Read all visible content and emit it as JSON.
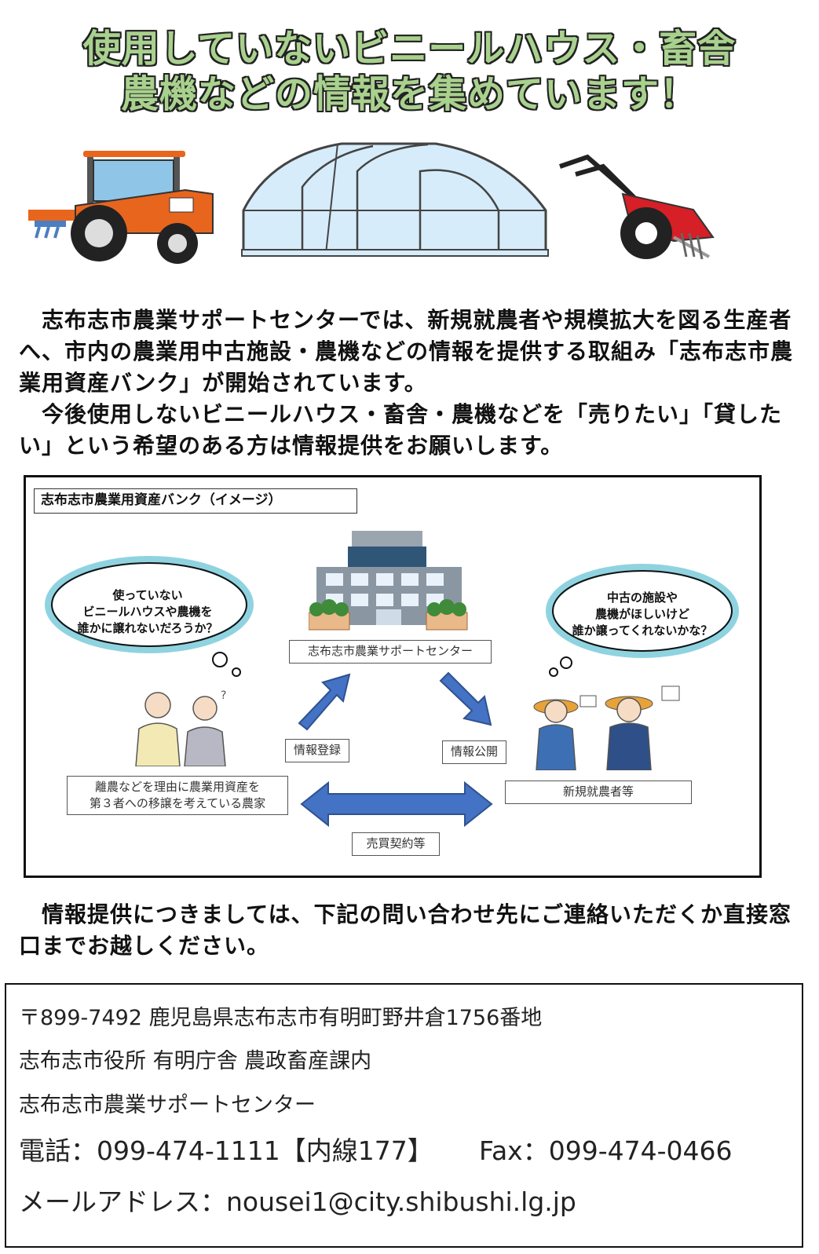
{
  "heading": {
    "line1": "使用していないビニールハウス・畜舎",
    "line2": "農機などの情報を集めています！"
  },
  "intro": {
    "paragraph1": "志布志市農業サポートセンターでは、新規就農者や規模拡大を図る生産者へ、市内の農業用中古施設・農機などの情報を提供する取組み「志布志市農業用資産バンク」が開始されています。",
    "paragraph2": "今後使用しないビニールハウス・畜舎・農機などを「売りたい」「貸したい」という希望のある方は情報提供をお願いします。"
  },
  "diagram": {
    "title": "志布志市農業用資産バンク（イメージ）",
    "bubble_left": [
      "使っていない",
      "ビニールハウスや農機を",
      "誰かに譲れないだろうか？"
    ],
    "bubble_right": [
      "中古の施設や",
      "農機がほしいけど",
      "誰か譲ってくれないかな？"
    ],
    "center_label": "志布志市農業サポートセンター",
    "register_label": "情報登録",
    "publish_label": "情報公開",
    "left_party": [
      "離農などを理由に農業用資産を",
      "第３者への移譲を考えている農家"
    ],
    "right_party": "新規就農者等",
    "contract_label": "売買契約等",
    "colors": {
      "arrow": "#4472c4",
      "bubble_border": "#8fd3e0",
      "building": "#7f8c9a"
    }
  },
  "outro": "情報提供につきましては、下記の問い合わせ先にご連絡いただくか直接窓口までお越しください。",
  "contact": {
    "address": "〒899-7492 鹿児島県志布志市有明町野井倉1756番地",
    "office": "志布志市役所 有明庁舎 農政畜産課内",
    "center": "志布志市農業サポートセンター",
    "phone": "電話：099-474-1111【内線177】",
    "fax": "Fax：099-474-0466",
    "email": "メールアドレス：nousei1@city.shibushi.lg.jp"
  },
  "icons": [
    "tractor-icon",
    "greenhouse-icon",
    "cultivator-icon",
    "office-building-icon",
    "farmer-couple-icon",
    "young-farmers-icon"
  ]
}
